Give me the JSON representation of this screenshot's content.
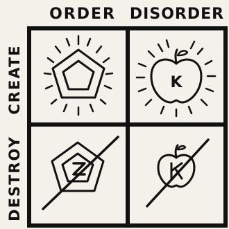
{
  "columns": {
    "left": "ORDER",
    "right": "DISORDER"
  },
  "rows": {
    "top": "CREATE",
    "bottom": "DESTROY"
  },
  "cells": {
    "create_order": {
      "icon": "pentagon-icon"
    },
    "create_disorder": {
      "icon": "apple-icon",
      "letter": "K"
    },
    "destroy_order": {
      "icon": "crossed-pentagon-icon"
    },
    "destroy_disorder": {
      "icon": "crossed-apple-icon"
    }
  },
  "colors": {
    "ink": "#111111",
    "paper": "#f3f1ea"
  }
}
